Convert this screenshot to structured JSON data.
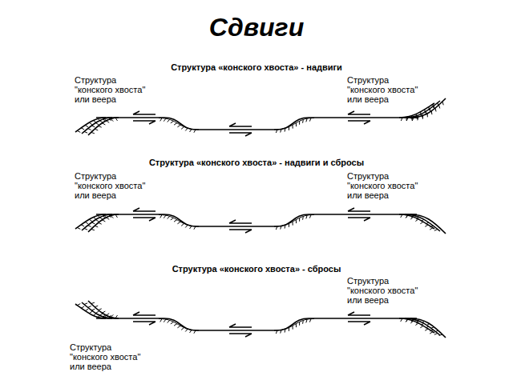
{
  "diagram": {
    "title": "Сдвиги",
    "labels": [
      "Структура «конского хвоста» - надвиги",
      "Структура \"конского хвоста\" или веера",
      "Структура \"конского хвоста\" или веера",
      "Структура «конского хвоста» - надвиги и сбросы",
      "Структура \"конского хвоста\" или веера",
      "Структура \"конского хвоста\" или веера",
      "Структура «конского хвоста» - сбросы",
      "Структура \"конского хвоста\" или веера",
      "Структура \"конского хвоста\" или веера"
    ]
  }
}
